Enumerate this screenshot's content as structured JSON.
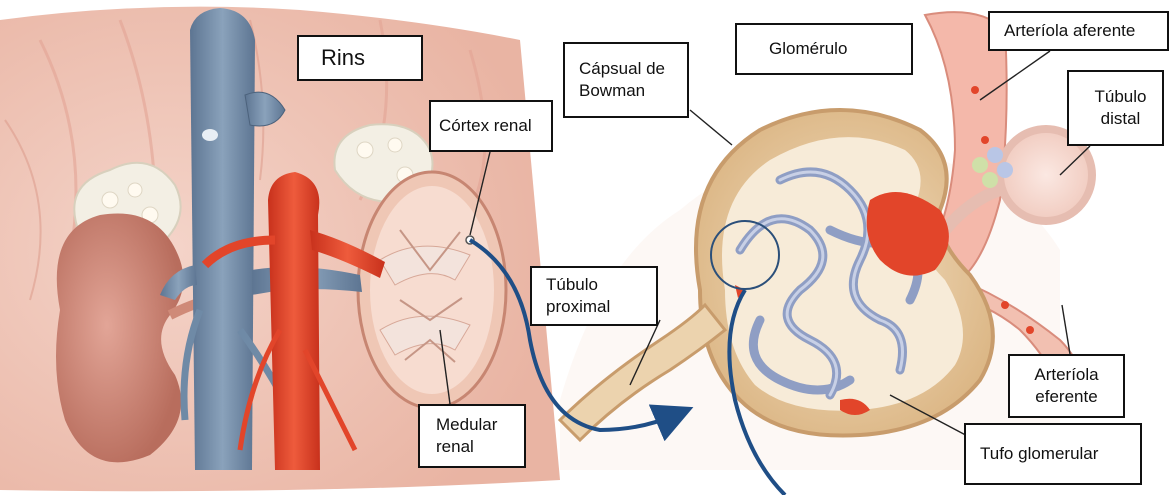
{
  "labels": {
    "rins": "Rins",
    "cortex_renal": "Córtex renal",
    "medular_renal": "Medular\nrenal",
    "capsula_bowman": "Cápsual de\nBowman",
    "glomerulo": "Glomérulo",
    "tubulo_proximal": "Túbulo\nproximal",
    "arteriola_aferente": "Arteríola aferente",
    "tubulo_distal": "Túbulo\ndistal",
    "arteriola_eferente": "Arteríola\neferente",
    "tufo_glomerular": "Tufo glomerular"
  },
  "colors": {
    "vein": "#6f8aa6",
    "artery": "#e2452a",
    "kidney": "#cf8a78",
    "capsule": "#e7c79b",
    "glomerulus": "#a9b4d2",
    "arrow": "#1f4e86"
  }
}
